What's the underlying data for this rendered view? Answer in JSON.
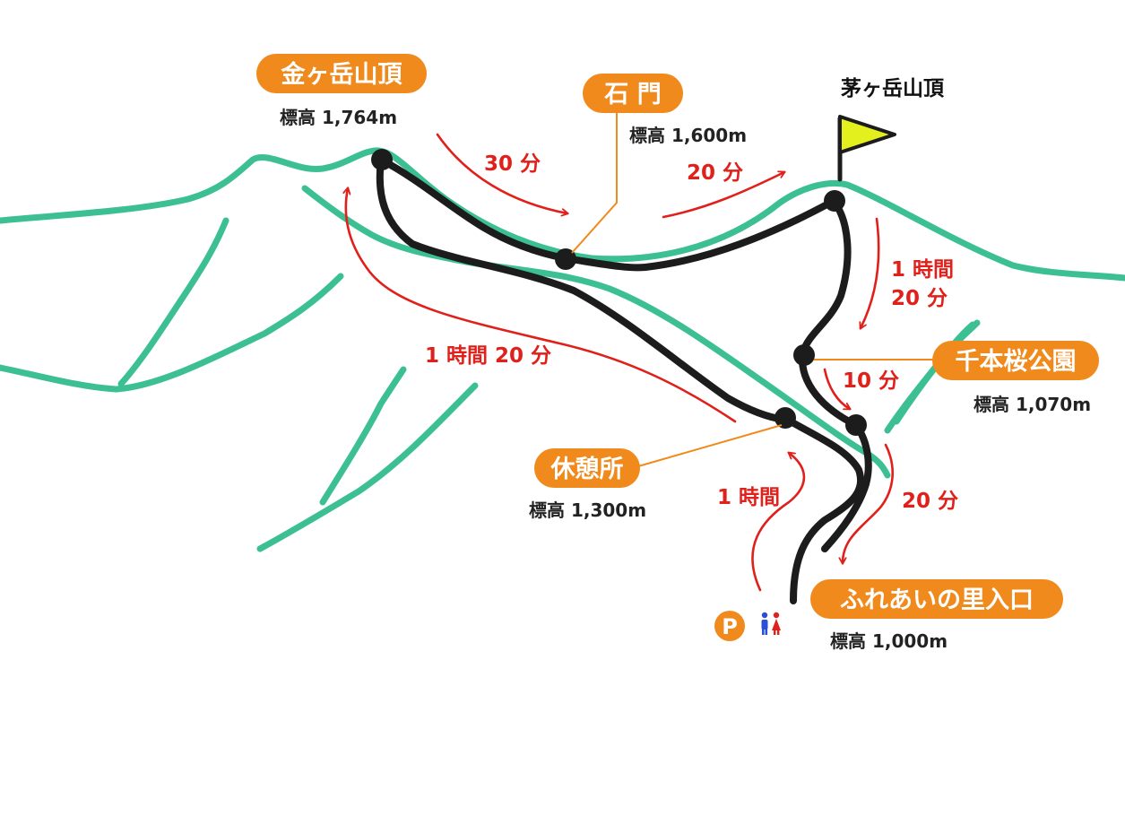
{
  "colors": {
    "ridge": "#3cc093",
    "trail": "#1c1c1c",
    "pill": "#f08a1c",
    "arrow": "#e0201a",
    "leader": "#f08a1c",
    "flag": "#e4f01e"
  },
  "summits": {
    "kanagatake": {
      "name": "金ヶ岳山頂",
      "elevation": "標高 1,764m"
    },
    "kayagatake": {
      "name": "茅ヶ岳山頂"
    }
  },
  "places": {
    "ishimon": {
      "name": "石 門",
      "elevation": "標高 1,600m"
    },
    "senbonzakura": {
      "name": "千本桜公園",
      "elevation": "標高 1,070m"
    },
    "rest_area": {
      "name": "休憩所",
      "elevation": "標高 1,300m"
    },
    "fureai": {
      "name": "ふれあいの里入口",
      "elevation": "標高 1,000m"
    }
  },
  "times": {
    "kana_to_ishimon": "30 分",
    "ishimon_to_kaya": "20 分",
    "kaya_to_senbon_line1": "1 時間",
    "kaya_to_senbon_line2": "20 分",
    "senbon_to_junction": "10 分",
    "rest_to_kana": "1 時間 20 分",
    "parking_to_rest": "1 時間",
    "junction_to_entrance": "20 分"
  },
  "icons": {
    "parking": {
      "name": "parking-icon",
      "letter": "P"
    },
    "restroom": {
      "name": "restroom-icon"
    }
  }
}
